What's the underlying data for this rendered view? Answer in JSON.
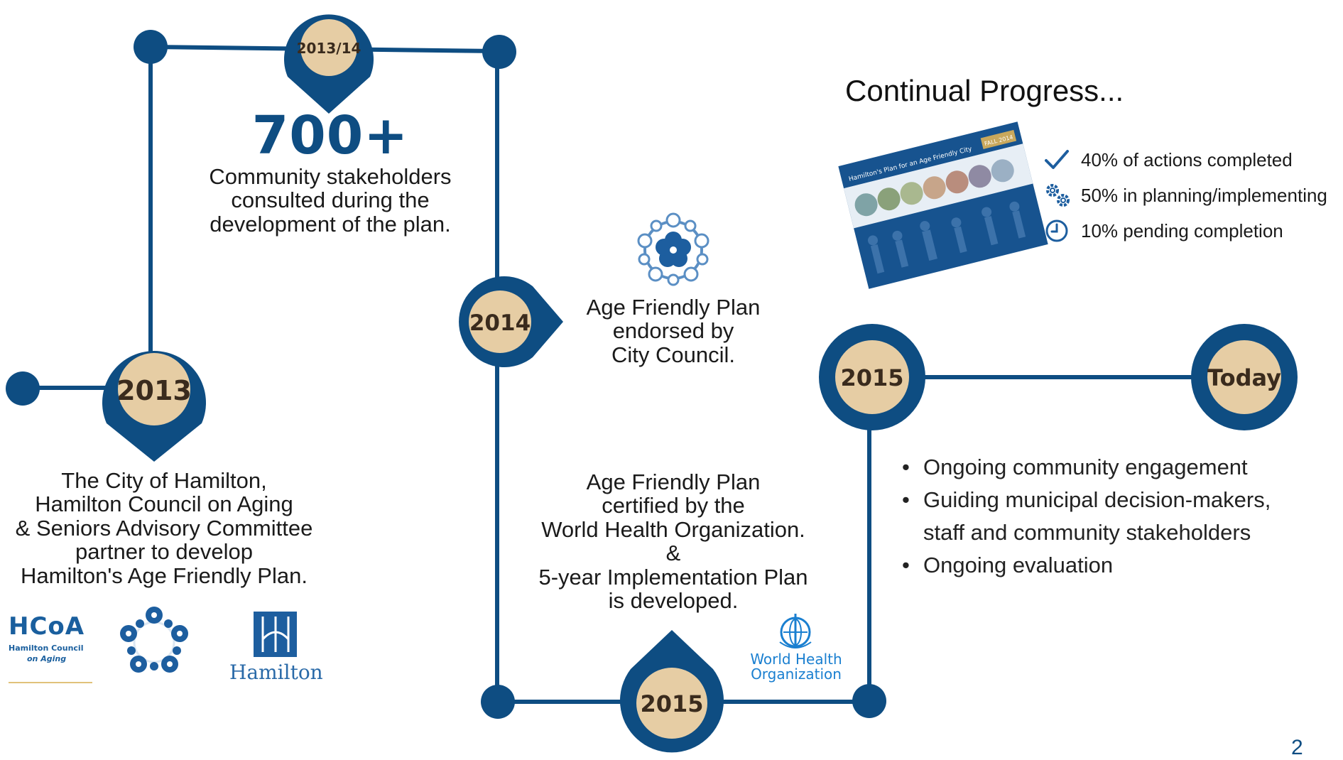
{
  "colors": {
    "primary_blue": "#0e4d82",
    "marker_fill": "#e6cda4",
    "marker_text": "#3a2b1d"
  },
  "markers": {
    "m2013_14": "2013/14",
    "m2013": "2013",
    "m2014": "2014",
    "m2015_bottom": "2015",
    "m2015_right": "2015",
    "today": "Today"
  },
  "stakeholders": {
    "number": "700+",
    "lines": [
      "Community stakeholders",
      "consulted during the",
      "development of the plan."
    ]
  },
  "partners": {
    "lines": [
      "The City of Hamilton,",
      "Hamilton Council on Aging",
      "& Seniors Advisory Committee",
      "partner to develop",
      "Hamilton's Age Friendly Plan."
    ]
  },
  "endorsed": {
    "lines": [
      "Age Friendly Plan",
      "endorsed by",
      "City Council."
    ]
  },
  "certified": {
    "lines": [
      "Age Friendly Plan",
      "certified by the",
      "World Health Organization.",
      "&",
      "5-year Implementation Plan",
      "is developed."
    ]
  },
  "progress": {
    "heading": "Continual Progress...",
    "cover_title": "Hamilton's Plan for an Age Friendly City",
    "cover_date": "FALL 2014",
    "items": [
      {
        "icon": "checkmark-icon",
        "text": "40% of actions completed"
      },
      {
        "icon": "gears-icon",
        "text": "50% in planning/implementing"
      },
      {
        "icon": "clock-icon",
        "text": "10% pending completion"
      }
    ]
  },
  "today_bullets": [
    {
      "lines": [
        "Ongoing community engagement"
      ]
    },
    {
      "lines": [
        "Guiding municipal decision-makers,",
        "staff and community stakeholders"
      ]
    },
    {
      "lines": [
        "Ongoing evaluation"
      ]
    }
  ],
  "logos": {
    "hcoa_abbr": "HCoA",
    "hcoa_line1": "Hamilton Council",
    "hcoa_line2": "on Aging",
    "hamilton": "Hamilton",
    "who_line1": "World Health",
    "who_line2": "Organization"
  },
  "page_number": "2"
}
